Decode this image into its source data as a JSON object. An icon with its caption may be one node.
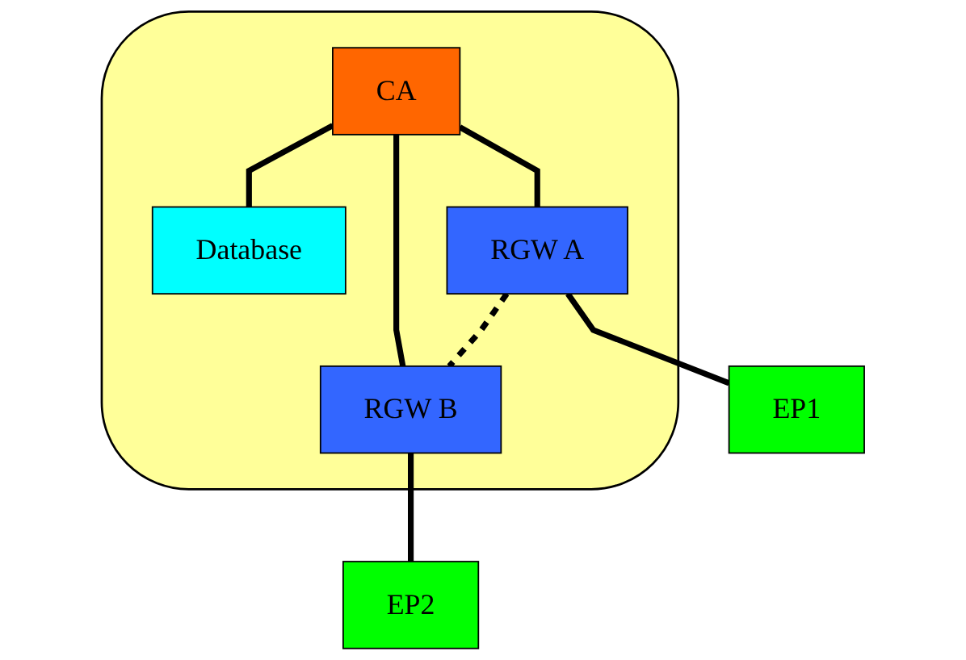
{
  "diagram": {
    "nodes": [
      {
        "text": [],
        "shape": "cloud"
      },
      {
        "text": [
          "CA"
        ],
        "in": 0
      },
      {
        "text": [
          "Database"
        ],
        "in": 0
      },
      {
        "text": [
          "RGW A"
        ],
        "in": 0
      },
      {
        "text": [
          "RGW B"
        ],
        "in": 0
      },
      {
        "text": [
          "EP1"
        ]
      },
      {
        "text": [
          "EP2"
        ]
      }
    ],
    "edges": [
      {
        "from": 1,
        "to": 2,
        "arrow": "none"
      },
      {
        "from": 1,
        "to": 3,
        "arrow": "none"
      },
      {
        "from": 1,
        "to": 4,
        "arrow": "none"
      },
      {
        "from": 3,
        "to": 4,
        "arrow": "none",
        "style": "dashed"
      },
      {
        "from": 3,
        "to": 5,
        "arrow": "none"
      },
      {
        "from": 4,
        "to": 6,
        "arrow": "none"
      }
    ]
  }
}
